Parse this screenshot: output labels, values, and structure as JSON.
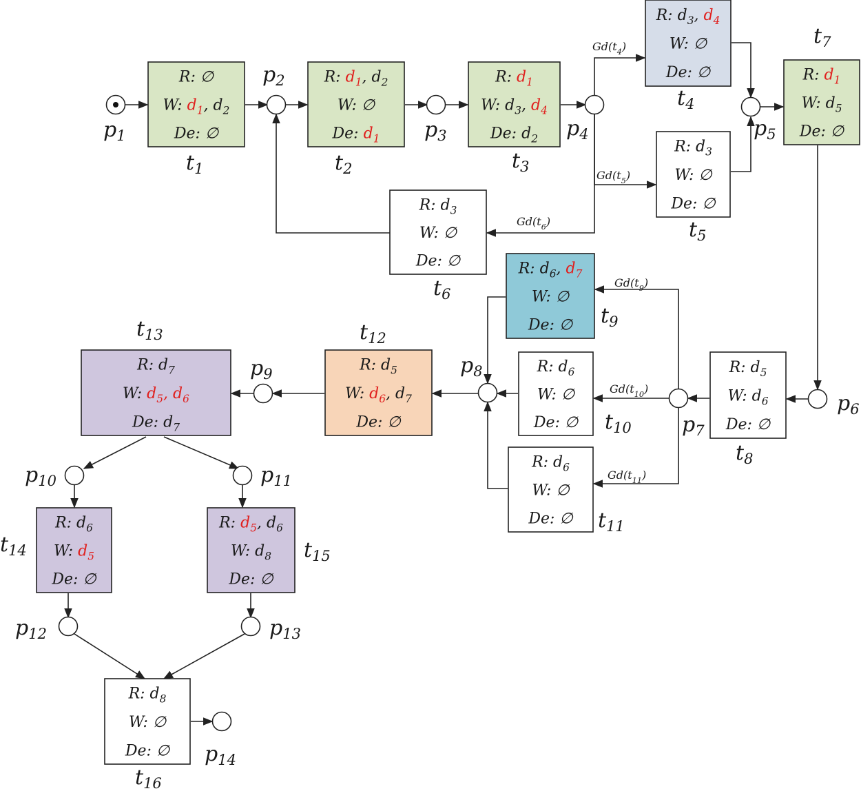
{
  "colors": {
    "green": "#d9e6c5",
    "lightblue": "#d6dde9",
    "teal": "#8fc9d8",
    "orange": "#f8d5b8",
    "purple": "#cfc6de",
    "white": "#ffffff",
    "highlight": "#e0201e",
    "ink": "#1a1a1a"
  },
  "places": [
    {
      "id": "p1",
      "label": "p",
      "sub": "1",
      "token": true
    },
    {
      "id": "p2",
      "label": "p",
      "sub": "2"
    },
    {
      "id": "p3",
      "label": "p",
      "sub": "3"
    },
    {
      "id": "p4",
      "label": "p",
      "sub": "4"
    },
    {
      "id": "p5",
      "label": "p",
      "sub": "5"
    },
    {
      "id": "p6",
      "label": "p",
      "sub": "6"
    },
    {
      "id": "p7",
      "label": "p",
      "sub": "7"
    },
    {
      "id": "p8",
      "label": "p",
      "sub": "8"
    },
    {
      "id": "p9",
      "label": "p",
      "sub": "9"
    },
    {
      "id": "p10",
      "label": "p",
      "sub": "10"
    },
    {
      "id": "p11",
      "label": "p",
      "sub": "11"
    },
    {
      "id": "p12",
      "label": "p",
      "sub": "12"
    },
    {
      "id": "p13",
      "label": "p",
      "sub": "13"
    },
    {
      "id": "p14",
      "label": "p",
      "sub": "14"
    }
  ],
  "transitions": [
    {
      "id": "t1",
      "label": "t",
      "sub": "1",
      "fill": "green",
      "rows": [
        [
          {
            "t": "R: ∅"
          }
        ],
        [
          {
            "t": "W: "
          },
          {
            "t": "d",
            "s": "1",
            "red": true
          },
          {
            "t": ", "
          },
          {
            "t": "d",
            "s": "2"
          }
        ],
        [
          {
            "t": "De: ∅"
          }
        ]
      ]
    },
    {
      "id": "t2",
      "label": "t",
      "sub": "2",
      "fill": "green",
      "rows": [
        [
          {
            "t": "R: "
          },
          {
            "t": "d",
            "s": "1",
            "red": true
          },
          {
            "t": ", "
          },
          {
            "t": "d",
            "s": "2"
          }
        ],
        [
          {
            "t": "W: ∅"
          }
        ],
        [
          {
            "t": "De: "
          },
          {
            "t": "d",
            "s": "1",
            "red": true
          }
        ]
      ]
    },
    {
      "id": "t3",
      "label": "t",
      "sub": "3",
      "fill": "green",
      "rows": [
        [
          {
            "t": "R: "
          },
          {
            "t": "d",
            "s": "1",
            "red": true
          }
        ],
        [
          {
            "t": "W: "
          },
          {
            "t": "d",
            "s": "3"
          },
          {
            "t": ", "
          },
          {
            "t": "d",
            "s": "4",
            "red": true
          }
        ],
        [
          {
            "t": "De: "
          },
          {
            "t": "d",
            "s": "2"
          }
        ]
      ]
    },
    {
      "id": "t4",
      "label": "t",
      "sub": "4",
      "fill": "lightblue",
      "rows": [
        [
          {
            "t": "R: "
          },
          {
            "t": "d",
            "s": "3"
          },
          {
            "t": ", "
          },
          {
            "t": "d",
            "s": "4",
            "red": true
          }
        ],
        [
          {
            "t": "W: ∅"
          }
        ],
        [
          {
            "t": "De: ∅"
          }
        ]
      ]
    },
    {
      "id": "t5",
      "label": "t",
      "sub": "5",
      "fill": "white",
      "rows": [
        [
          {
            "t": "R: "
          },
          {
            "t": "d",
            "s": "3"
          }
        ],
        [
          {
            "t": "W: ∅"
          }
        ],
        [
          {
            "t": "De: ∅"
          }
        ]
      ]
    },
    {
      "id": "t6",
      "label": "t",
      "sub": "6",
      "fill": "white",
      "rows": [
        [
          {
            "t": "R: "
          },
          {
            "t": "d",
            "s": "3"
          }
        ],
        [
          {
            "t": "W: ∅"
          }
        ],
        [
          {
            "t": "De: ∅"
          }
        ]
      ]
    },
    {
      "id": "t7",
      "label": "t",
      "sub": "7",
      "fill": "green",
      "rows": [
        [
          {
            "t": "R: "
          },
          {
            "t": "d",
            "s": "1",
            "red": true
          }
        ],
        [
          {
            "t": "W: "
          },
          {
            "t": "d",
            "s": "5"
          }
        ],
        [
          {
            "t": "De: ∅"
          }
        ]
      ]
    },
    {
      "id": "t8",
      "label": "t",
      "sub": "8",
      "fill": "white",
      "rows": [
        [
          {
            "t": "R: "
          },
          {
            "t": "d",
            "s": "5"
          }
        ],
        [
          {
            "t": "W: "
          },
          {
            "t": "d",
            "s": "6"
          }
        ],
        [
          {
            "t": "De: ∅"
          }
        ]
      ]
    },
    {
      "id": "t9",
      "label": "t",
      "sub": "9",
      "fill": "teal",
      "rows": [
        [
          {
            "t": "R: "
          },
          {
            "t": "d",
            "s": "6"
          },
          {
            "t": ", "
          },
          {
            "t": "d",
            "s": "7",
            "red": true
          }
        ],
        [
          {
            "t": "W: ∅"
          }
        ],
        [
          {
            "t": "De: ∅"
          }
        ]
      ]
    },
    {
      "id": "t10",
      "label": "t",
      "sub": "10",
      "fill": "white",
      "rows": [
        [
          {
            "t": "R: "
          },
          {
            "t": "d",
            "s": "6"
          }
        ],
        [
          {
            "t": "W: ∅"
          }
        ],
        [
          {
            "t": "De: ∅"
          }
        ]
      ]
    },
    {
      "id": "t11",
      "label": "t",
      "sub": "11",
      "fill": "white",
      "rows": [
        [
          {
            "t": "R: "
          },
          {
            "t": "d",
            "s": "6"
          }
        ],
        [
          {
            "t": "W: ∅"
          }
        ],
        [
          {
            "t": "De: ∅"
          }
        ]
      ]
    },
    {
      "id": "t12",
      "label": "t",
      "sub": "12",
      "fill": "orange",
      "rows": [
        [
          {
            "t": "R: "
          },
          {
            "t": "d",
            "s": "5"
          }
        ],
        [
          {
            "t": "W: "
          },
          {
            "t": "d",
            "s": "6",
            "red": true
          },
          {
            "t": ", "
          },
          {
            "t": "d",
            "s": "7"
          }
        ],
        [
          {
            "t": "De: ∅"
          }
        ]
      ]
    },
    {
      "id": "t13",
      "label": "t",
      "sub": "13",
      "fill": "purple",
      "rows": [
        [
          {
            "t": "R: "
          },
          {
            "t": "d",
            "s": "7"
          }
        ],
        [
          {
            "t": "W: "
          },
          {
            "t": "d",
            "s": "5",
            "red": true
          },
          {
            "t": ", ",
            "red": true
          },
          {
            "t": "d",
            "s": "6",
            "red": true
          }
        ],
        [
          {
            "t": "De: "
          },
          {
            "t": "d",
            "s": "7"
          }
        ]
      ]
    },
    {
      "id": "t14",
      "label": "t",
      "sub": "14",
      "fill": "purple",
      "rows": [
        [
          {
            "t": "R: "
          },
          {
            "t": "d",
            "s": "6"
          }
        ],
        [
          {
            "t": "W: "
          },
          {
            "t": "d",
            "s": "5",
            "red": true
          }
        ],
        [
          {
            "t": "De: ∅"
          }
        ]
      ]
    },
    {
      "id": "t15",
      "label": "t",
      "sub": "15",
      "fill": "purple",
      "rows": [
        [
          {
            "t": "R: "
          },
          {
            "t": "d",
            "s": "5",
            "red": true
          },
          {
            "t": ", "
          },
          {
            "t": "d",
            "s": "6"
          }
        ],
        [
          {
            "t": "W: "
          },
          {
            "t": "d",
            "s": "8"
          }
        ],
        [
          {
            "t": "De: ∅"
          }
        ]
      ]
    },
    {
      "id": "t16",
      "label": "t",
      "sub": "16",
      "fill": "white",
      "rows": [
        [
          {
            "t": "R: "
          },
          {
            "t": "d",
            "s": "8"
          }
        ],
        [
          {
            "t": "W: ∅"
          }
        ],
        [
          {
            "t": "De: ∅"
          }
        ]
      ]
    }
  ],
  "guards": [
    {
      "id": "g4",
      "text": "Gd(t",
      "sub": "4",
      "close": ")"
    },
    {
      "id": "g5",
      "text": "Gd(t",
      "sub": "5",
      "close": ")"
    },
    {
      "id": "g6",
      "text": "Gd(t",
      "sub": "6",
      "close": ")"
    },
    {
      "id": "g9",
      "text": "Gd(t",
      "sub": "9",
      "close": ")"
    },
    {
      "id": "g10",
      "text": "Gd(t",
      "sub": "10",
      "close": ")"
    },
    {
      "id": "g11",
      "text": "Gd(t",
      "sub": "11",
      "close": ")"
    }
  ]
}
